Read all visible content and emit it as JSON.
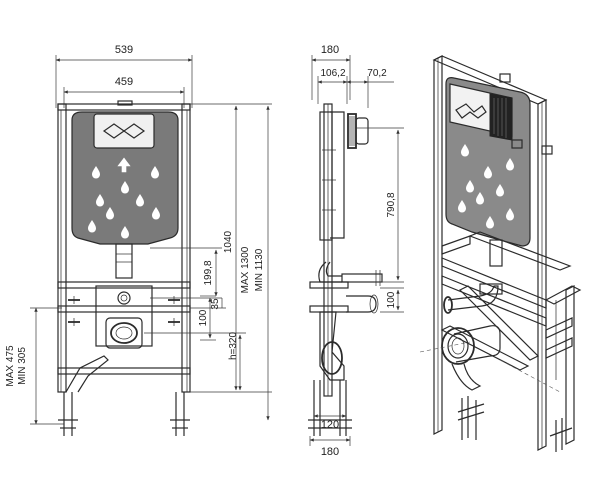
{
  "front_view": {
    "dims": {
      "total_width": "539",
      "frame_width": "459",
      "height_total": "1040",
      "max_height": "MAX 1300",
      "min_height": "MIN 1130",
      "d_199": "199,8",
      "d_35": "35",
      "d_100": "100",
      "h_320": "h=320",
      "max_475": "MAX 475",
      "min_305": "MIN 305"
    }
  },
  "side_view": {
    "dims": {
      "depth_top": "180",
      "d_106": "106,2",
      "d_70": "70,2",
      "d_790": "790,8",
      "d_100": "100",
      "d_120": "120",
      "depth_bottom": "180"
    }
  },
  "colors": {
    "line": "#2b2b2b",
    "tank_fill": "#7a7a7a",
    "background": "#ffffff"
  }
}
